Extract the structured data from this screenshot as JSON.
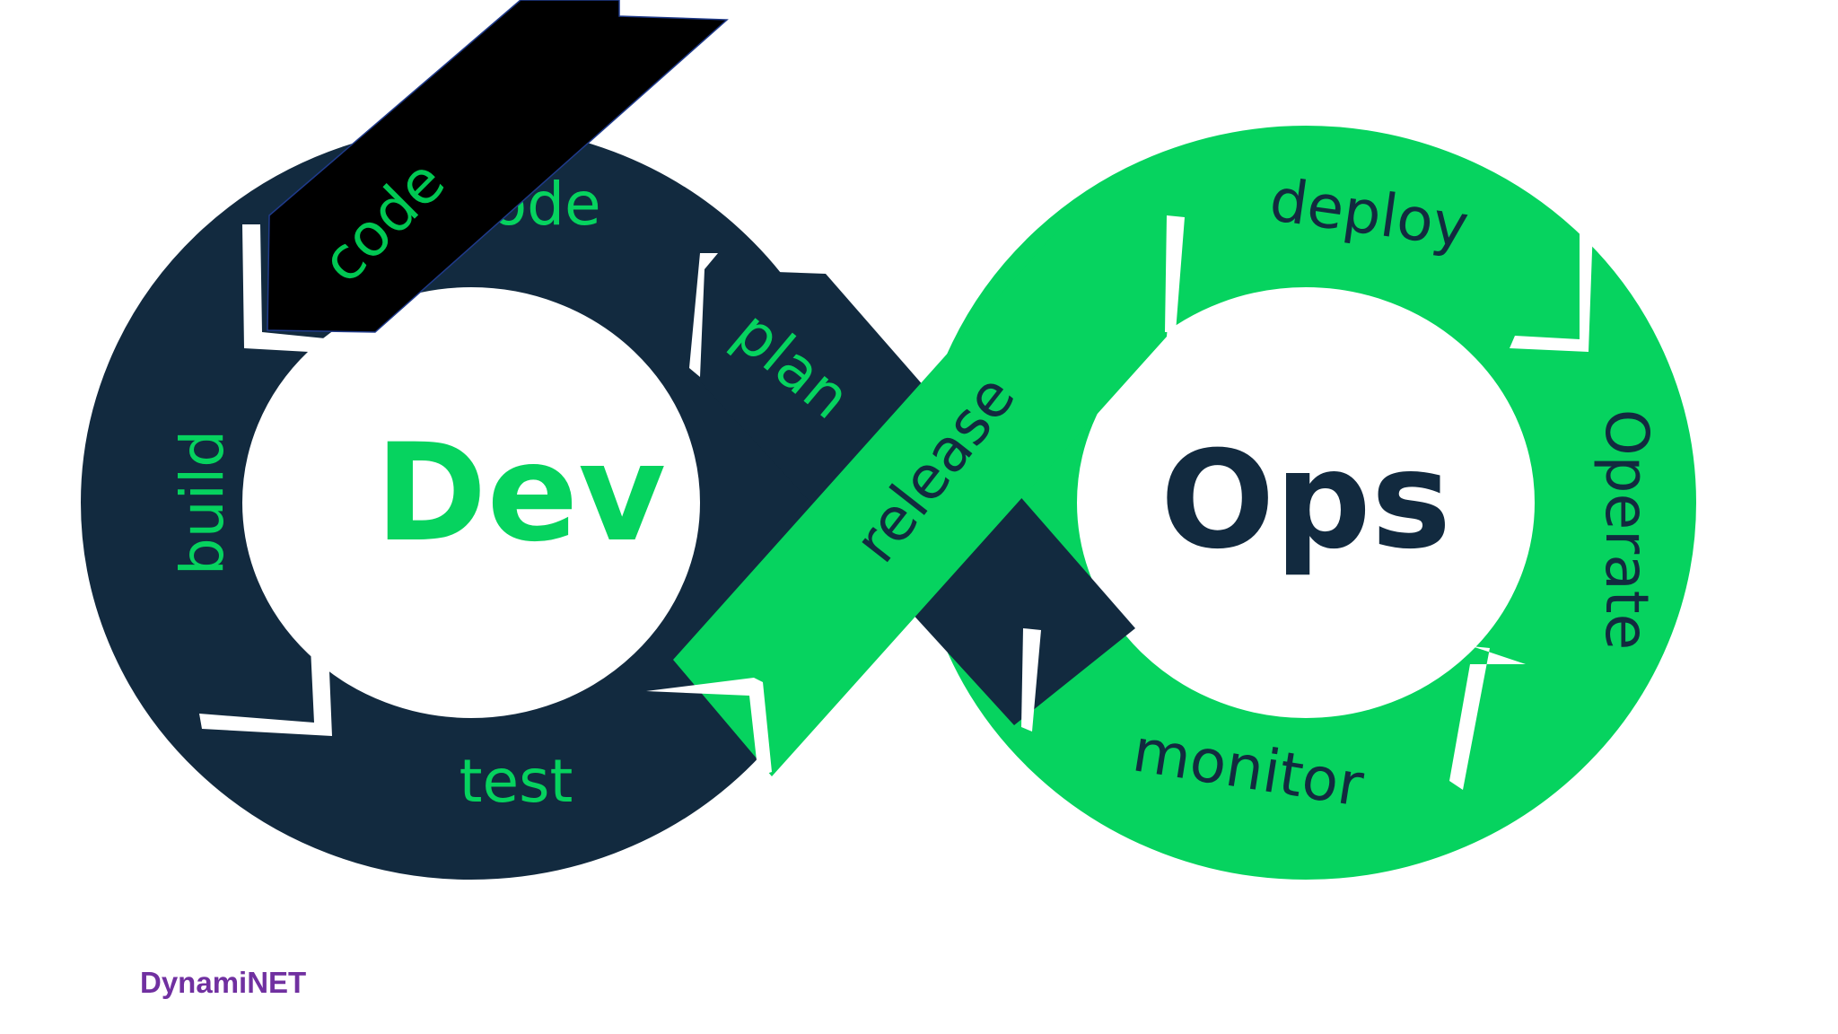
{
  "diagram": {
    "center_labels": {
      "dev": "Dev",
      "ops": "Ops"
    },
    "stages": {
      "code_hidden": "code",
      "plan": "plan",
      "build": "build",
      "test": "test",
      "release": "release",
      "deploy": "deploy",
      "operate": "Operate",
      "monitor": "monitor"
    },
    "banner": {
      "label": "code"
    },
    "colors": {
      "dev_loop": "#122a3f",
      "ops_loop": "#06d35f",
      "dev_text": "#06d35f",
      "ops_text": "#122a3f",
      "banner": "#000000",
      "banner_text": "#00c853",
      "brand_text": "#7030a0"
    }
  },
  "footer": {
    "brand": "DynamiNET"
  }
}
